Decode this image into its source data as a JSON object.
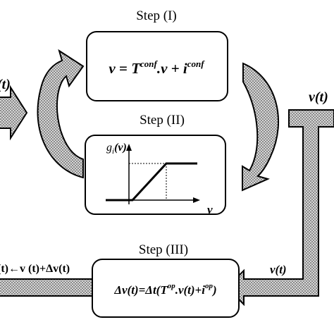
{
  "steps": [
    {
      "id": "I",
      "label": "Step (I)",
      "equation_parts": {
        "lhs": "v",
        "eq": " = ",
        "T": "T",
        "T_sup": "conf",
        "dot": ".v + ",
        "i": "i",
        "i_sup": "conf"
      }
    },
    {
      "id": "II",
      "label": "Step (II)",
      "activation": {
        "ylabel_g": "g",
        "ylabel_sub": "i",
        "ylabel_arg": "(v)",
        "xlabel": "v"
      }
    },
    {
      "id": "III",
      "label": "Step (III)",
      "equation_parts": {
        "lhs": "Δv(t)=Δt(",
        "T": "T",
        "T_sup": "op",
        "mid": ".v(t)+",
        "i": "i",
        "i_sup": "op",
        "end": ")"
      }
    }
  ],
  "signals": {
    "left_input": "(t)",
    "right_top": "v(t)",
    "bottom_input": "v(t)",
    "update_rule": "(t)←v (t)+Δv(t)"
  },
  "colors": {
    "stroke": "#000000",
    "fill": "#ffffff",
    "dots": "#555555"
  }
}
